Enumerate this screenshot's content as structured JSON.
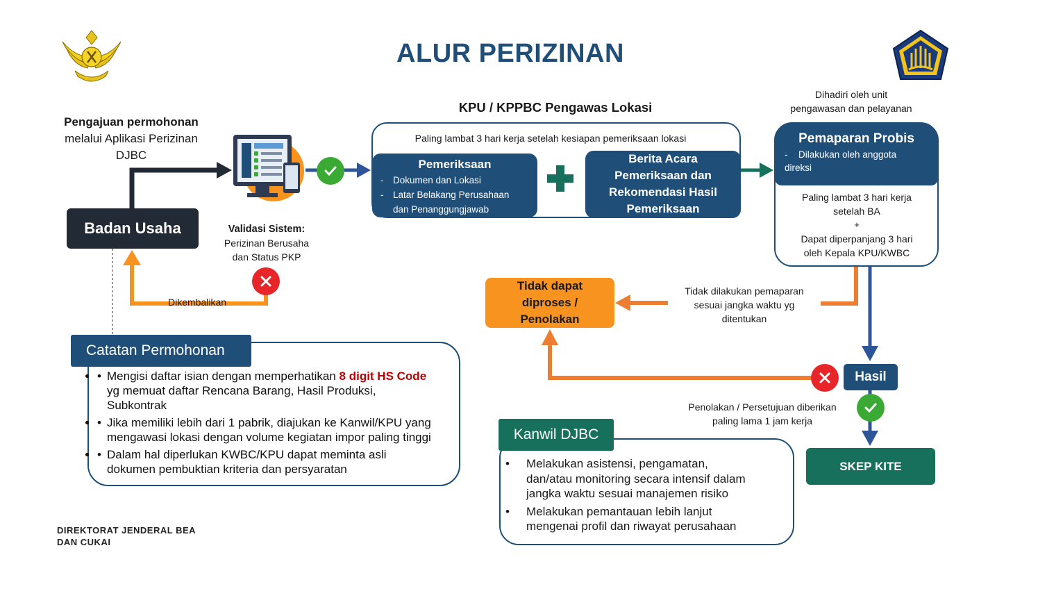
{
  "title": "ALUR PERIZINAN",
  "applicant": {
    "line1": "Pengajuan permohonan",
    "line2": "melalui Aplikasi Perizinan",
    "line3": "DJBC",
    "badge": "Badan Usaha"
  },
  "validation": {
    "title": "Validasi Sistem:",
    "line1": "Perizinan Berusaha",
    "line2": "dan Status PKP",
    "returned_label": "Dikembalikan"
  },
  "kpu": {
    "header": "KPU / KPPBC Pengawas Lokasi",
    "deadline_note": "Paling lambat 3 hari kerja setelah kesiapan pemeriksaan lokasi",
    "inspection": {
      "title": "Pemeriksaan",
      "items": [
        "Dokumen dan Lokasi",
        "Latar Belakang Perusahaan",
        "dan Penanggungjawab"
      ]
    },
    "berita_acara": {
      "line1": "Berita Acara",
      "line2": "Pemeriksaan dan",
      "line3": "Rekomendasi Hasil",
      "line4": "Pemeriksaan"
    }
  },
  "probis": {
    "attended_line1": "Dihadiri oleh unit",
    "attended_line2": "pengawasan dan pelayanan",
    "title": "Pemaparan Probis",
    "item_line1": "Dilakukan oleh anggota",
    "item_line2": "direksi",
    "deadline_line1": "Paling lambat 3 hari kerja",
    "deadline_line2": "setelah BA",
    "plus": "+",
    "extend_line1": "Dapat diperpanjang 3 hari",
    "extend_line2": "oleh Kepala KPU/KWBC"
  },
  "rejection": {
    "box_line1": "Tidak dapat",
    "box_line2": "diproses /",
    "box_line3": "Penolakan",
    "note_line1": "Tidak dilakukan pemaparan",
    "note_line2": "sesuai jangka waktu yg",
    "note_line3": "ditentukan"
  },
  "result": {
    "label": "Hasil",
    "note_line1": "Penolakan / Persetujuan diberikan",
    "note_line2": "paling lama 1 jam kerja",
    "final": "SKEP KITE"
  },
  "catatan": {
    "title": "Catatan Permohonan",
    "b1_pre": "Mengisi daftar isian dengan memperhatikan ",
    "b1_hl": "8 digit HS Code",
    "b1_line2": "yg memuat daftar Rencana Barang, Hasil Produksi,",
    "b1_line3": "Subkontrak",
    "b2_line1": "Jika memiliki lebih dari 1 pabrik, diajukan ke Kanwil/KPU yang",
    "b2_line2": "mengawasi lokasi dengan volume kegiatan impor paling tinggi",
    "b3_line1": "Dalam hal diperlukan KWBC/KPU dapat meminta asli",
    "b3_line2": "dokumen pembuktian kriteria dan persyaratan"
  },
  "kanwil": {
    "title": "Kanwil DJBC",
    "b1_line1": "Melakukan asistensi, pengamatan,",
    "b1_line2": "dan/atau monitoring secara intensif dalam",
    "b1_line3": "jangka waktu sesuai manajemen risiko",
    "b2_line1": "Melakukan pemantauan lebih lanjut",
    "b2_line2": "mengenai profil dan riwayat perusahaan"
  },
  "footer": {
    "line1": "DIREKTORAT JENDERAL BEA",
    "line2": "DAN CUKAI"
  },
  "colors": {
    "navy": "#1f4e79",
    "dark": "#222a35",
    "orange": "#f7931e",
    "arrow_orange": "#ed7d31",
    "teal": "#17705c",
    "green": "#3aaa35",
    "red": "#e8262a",
    "highlight_red": "#c00000"
  }
}
